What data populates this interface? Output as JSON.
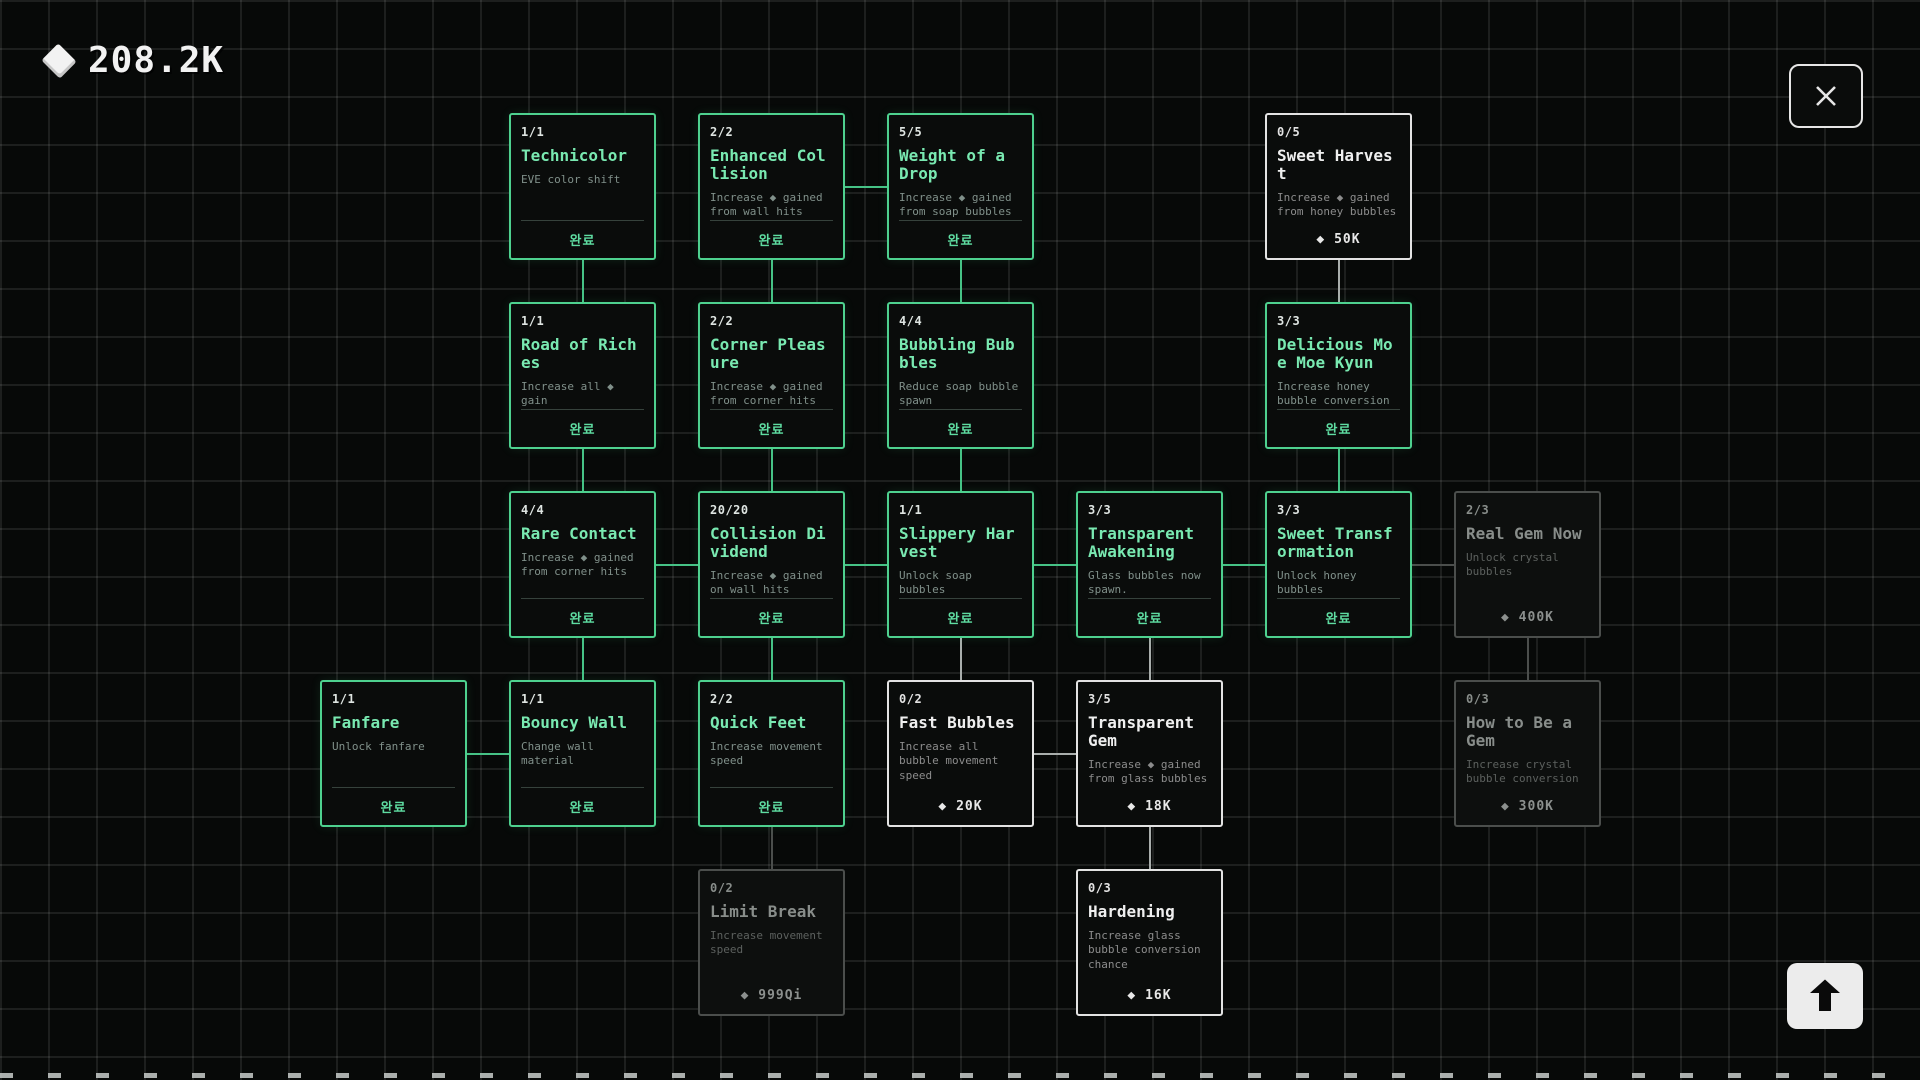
{
  "hud": {
    "currency_amount": "208.2K",
    "icons": {
      "currency": "diamond-icon",
      "close": "close-x-icon",
      "scroll": "arrow-up-icon"
    }
  },
  "colors": {
    "completed": "#4ed18f",
    "affordable": "#e3e3e3",
    "locked": "#4b4e4c",
    "background": "#070908"
  },
  "tree": {
    "nodes": [
      {
        "id": "technicolor",
        "col": 1,
        "row": 0,
        "state": "completed",
        "level": "1/1",
        "title": "Technicolor",
        "desc": "EVE color shift",
        "footer": "완료"
      },
      {
        "id": "enhanced-collision",
        "col": 2,
        "row": 0,
        "state": "completed",
        "level": "2/2",
        "title": "Enhanced Collision",
        "desc": "Increase ◆ gained from wall hits",
        "footer": "완료"
      },
      {
        "id": "weight-of-a-drop",
        "col": 3,
        "row": 0,
        "state": "completed",
        "level": "5/5",
        "title": "Weight of a Drop",
        "desc": "Increase ◆ gained from soap bubbles",
        "footer": "완료"
      },
      {
        "id": "sweet-harvest",
        "col": 5,
        "row": 0,
        "state": "affordable",
        "level": "0/5",
        "title": "Sweet Harvest",
        "desc": "Increase ◆ gained from honey bubbles",
        "footer": "◆ 50K"
      },
      {
        "id": "road-of-riches",
        "col": 1,
        "row": 1,
        "state": "completed",
        "level": "1/1",
        "title": "Road of Riches",
        "desc": "Increase all ◆ gain",
        "footer": "완료"
      },
      {
        "id": "corner-pleasure",
        "col": 2,
        "row": 1,
        "state": "completed",
        "level": "2/2",
        "title": "Corner Pleasure",
        "desc": "Increase ◆ gained from corner hits",
        "footer": "완료"
      },
      {
        "id": "bubbling-bubbles",
        "col": 3,
        "row": 1,
        "state": "completed",
        "level": "4/4",
        "title": "Bubbling Bubbles",
        "desc": "Reduce soap bubble spawn",
        "footer": "완료"
      },
      {
        "id": "delicious-moe-moe-kyun",
        "col": 5,
        "row": 1,
        "state": "completed",
        "level": "3/3",
        "title": "Delicious Moe Moe Kyun",
        "desc": "Increase honey bubble conversion",
        "footer": "완료"
      },
      {
        "id": "rare-contact",
        "col": 1,
        "row": 2,
        "state": "completed",
        "level": "4/4",
        "title": "Rare Contact",
        "desc": "Increase ◆ gained from corner hits",
        "footer": "완료"
      },
      {
        "id": "collision-dividend",
        "col": 2,
        "row": 2,
        "state": "completed",
        "level": "20/20",
        "title": "Collision Dividend",
        "desc": "Increase ◆ gained on wall hits",
        "footer": "완료"
      },
      {
        "id": "slippery-harvest",
        "col": 3,
        "row": 2,
        "state": "completed",
        "level": "1/1",
        "title": "Slippery Harvest",
        "desc": "Unlock soap bubbles",
        "footer": "완료"
      },
      {
        "id": "transparent-awakening",
        "col": 4,
        "row": 2,
        "state": "completed",
        "level": "3/3",
        "title": "Transparent Awakening",
        "desc": "Glass bubbles now spawn.",
        "footer": "완료"
      },
      {
        "id": "sweet-transformation",
        "col": 5,
        "row": 2,
        "state": "completed",
        "level": "3/3",
        "title": "Sweet Transformation",
        "desc": "Unlock honey bubbles",
        "footer": "완료"
      },
      {
        "id": "real-gem-now",
        "col": 6,
        "row": 2,
        "state": "locked",
        "level": "2/3",
        "title": "Real Gem Now",
        "desc": "Unlock crystal bubbles",
        "footer": "◆ 400K"
      },
      {
        "id": "fanfare",
        "col": 0,
        "row": 3,
        "state": "completed",
        "level": "1/1",
        "title": "Fanfare",
        "desc": "Unlock fanfare",
        "footer": "완료"
      },
      {
        "id": "bouncy-wall",
        "col": 1,
        "row": 3,
        "state": "completed",
        "level": "1/1",
        "title": "Bouncy Wall",
        "desc": "Change wall material",
        "footer": "완료"
      },
      {
        "id": "quick-feet",
        "col": 2,
        "row": 3,
        "state": "completed",
        "level": "2/2",
        "title": "Quick Feet",
        "desc": "Increase movement speed",
        "footer": "완료"
      },
      {
        "id": "fast-bubbles",
        "col": 3,
        "row": 3,
        "state": "affordable",
        "level": "0/2",
        "title": "Fast Bubbles",
        "desc": "Increase all bubble movement speed",
        "footer": "◆ 20K"
      },
      {
        "id": "transparent-gem",
        "col": 4,
        "row": 3,
        "state": "affordable",
        "level": "3/5",
        "title": "Transparent Gem",
        "desc": "Increase ◆ gained from glass bubbles",
        "footer": "◆ 18K"
      },
      {
        "id": "how-to-be-a-gem",
        "col": 6,
        "row": 3,
        "state": "locked",
        "level": "0/3",
        "title": "How to Be a Gem",
        "desc": "Increase crystal bubble conversion",
        "footer": "◆ 300K"
      },
      {
        "id": "limit-break",
        "col": 2,
        "row": 4,
        "state": "locked",
        "level": "0/2",
        "title": "Limit Break",
        "desc": "Increase movement speed",
        "footer": "◆ 999Qi"
      },
      {
        "id": "hardening",
        "col": 4,
        "row": 4,
        "state": "affordable",
        "level": "0/3",
        "title": "Hardening",
        "desc": "Increase glass bubble conversion chance",
        "footer": "◆ 16K"
      }
    ],
    "connectors": [
      {
        "type": "h",
        "col": 2,
        "row": 0,
        "state": "green"
      },
      {
        "type": "h",
        "col": 1,
        "row": 2,
        "state": "green"
      },
      {
        "type": "h",
        "col": 2,
        "row": 2,
        "state": "green"
      },
      {
        "type": "h",
        "col": 3,
        "row": 2,
        "state": "green"
      },
      {
        "type": "h",
        "col": 4,
        "row": 2,
        "state": "green"
      },
      {
        "type": "h",
        "col": 5,
        "row": 2,
        "state": "dim"
      },
      {
        "type": "h",
        "col": 0,
        "row": 3,
        "state": "green"
      },
      {
        "type": "h",
        "col": 3,
        "row": 3,
        "state": "white"
      },
      {
        "type": "v",
        "col": 1,
        "row": 0,
        "state": "green"
      },
      {
        "type": "v",
        "col": 1,
        "row": 1,
        "state": "green"
      },
      {
        "type": "v",
        "col": 1,
        "row": 2,
        "state": "green"
      },
      {
        "type": "v",
        "col": 2,
        "row": 0,
        "state": "green"
      },
      {
        "type": "v",
        "col": 2,
        "row": 1,
        "state": "green"
      },
      {
        "type": "v",
        "col": 2,
        "row": 2,
        "state": "green"
      },
      {
        "type": "v",
        "col": 2,
        "row": 3,
        "state": "dim"
      },
      {
        "type": "v",
        "col": 3,
        "row": 0,
        "state": "green"
      },
      {
        "type": "v",
        "col": 3,
        "row": 1,
        "state": "green"
      },
      {
        "type": "v",
        "col": 3,
        "row": 2,
        "state": "white"
      },
      {
        "type": "v",
        "col": 4,
        "row": 2,
        "state": "white"
      },
      {
        "type": "v",
        "col": 4,
        "row": 3,
        "state": "white"
      },
      {
        "type": "v",
        "col": 5,
        "row": 0,
        "state": "white"
      },
      {
        "type": "v",
        "col": 5,
        "row": 1,
        "state": "green"
      },
      {
        "type": "v",
        "col": 6,
        "row": 2,
        "state": "dim"
      }
    ]
  }
}
